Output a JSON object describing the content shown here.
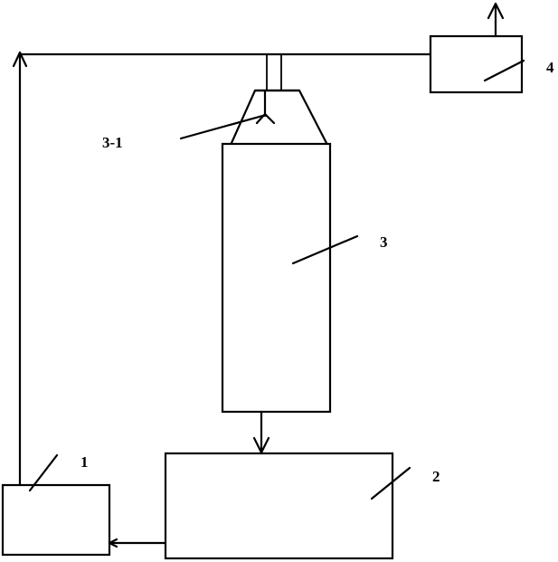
{
  "labels": {
    "unit_1": "1",
    "unit_2": "2",
    "unit_3": "3",
    "unit_3_1": "3-1",
    "unit_4": "4"
  }
}
